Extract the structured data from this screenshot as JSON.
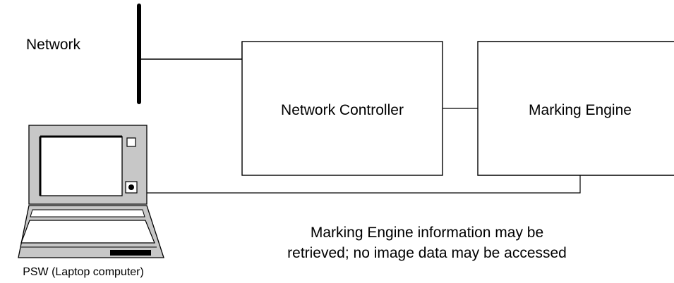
{
  "diagram": {
    "network_label": "Network",
    "network_controller_label": "Network Controller",
    "marking_engine_label": "Marking Engine",
    "laptop_label": "PSW (Laptop computer)",
    "note_line1": "Marking Engine information may be",
    "note_line2": "retrieved; no image data may be accessed"
  }
}
